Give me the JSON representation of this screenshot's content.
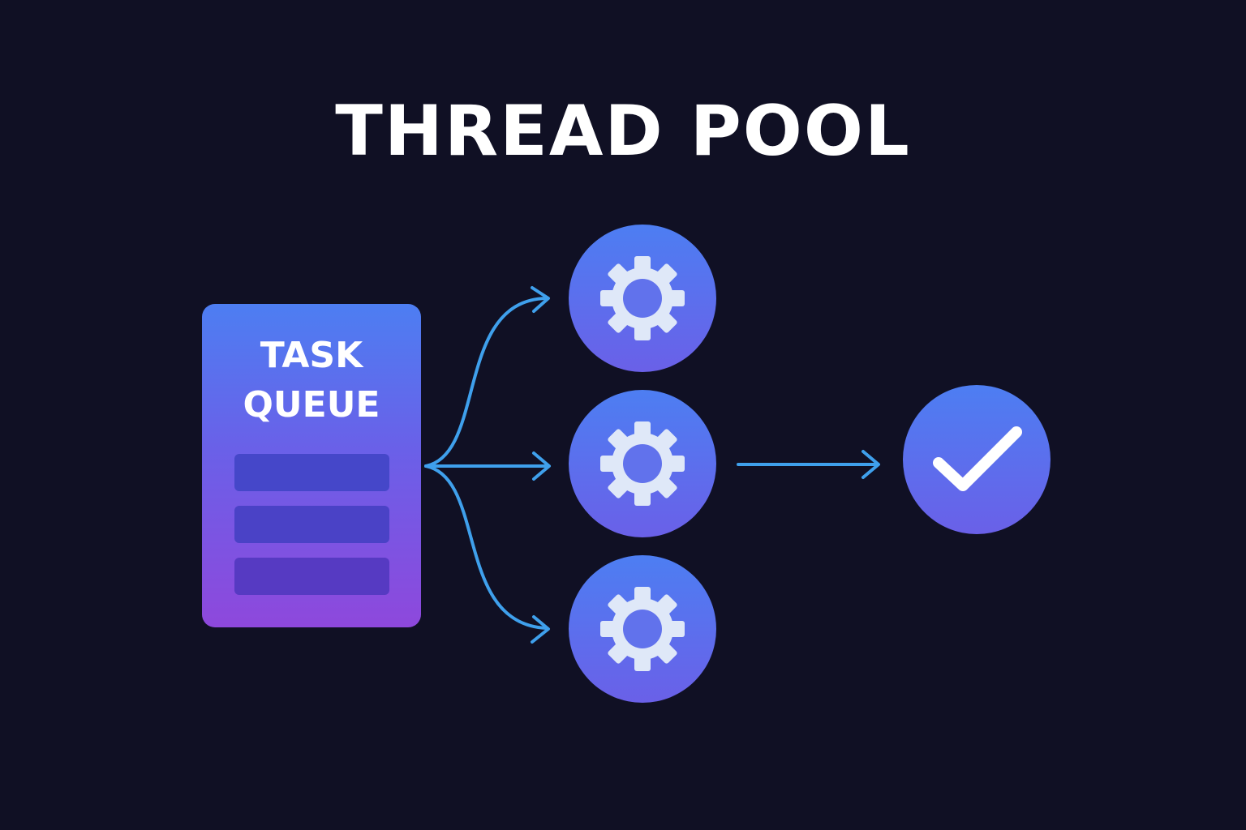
{
  "title": "THREAD POOL",
  "task_queue": {
    "label_line1": "TASK",
    "label_line2": "QUEUE",
    "slot_count": 3
  },
  "workers": [
    {
      "icon": "gear-icon"
    },
    {
      "icon": "gear-icon"
    },
    {
      "icon": "gear-icon"
    }
  ],
  "result": {
    "icon": "checkmark-icon"
  },
  "colors": {
    "background": "#101024",
    "node_gradient_top": "#4d7ef2",
    "node_gradient_bottom": "#6a60e8",
    "queue_gradient_bottom": "#8e48dc",
    "arrow": "#3fa0ec",
    "icon": "#dfe8f8",
    "title": "#ffffff"
  }
}
